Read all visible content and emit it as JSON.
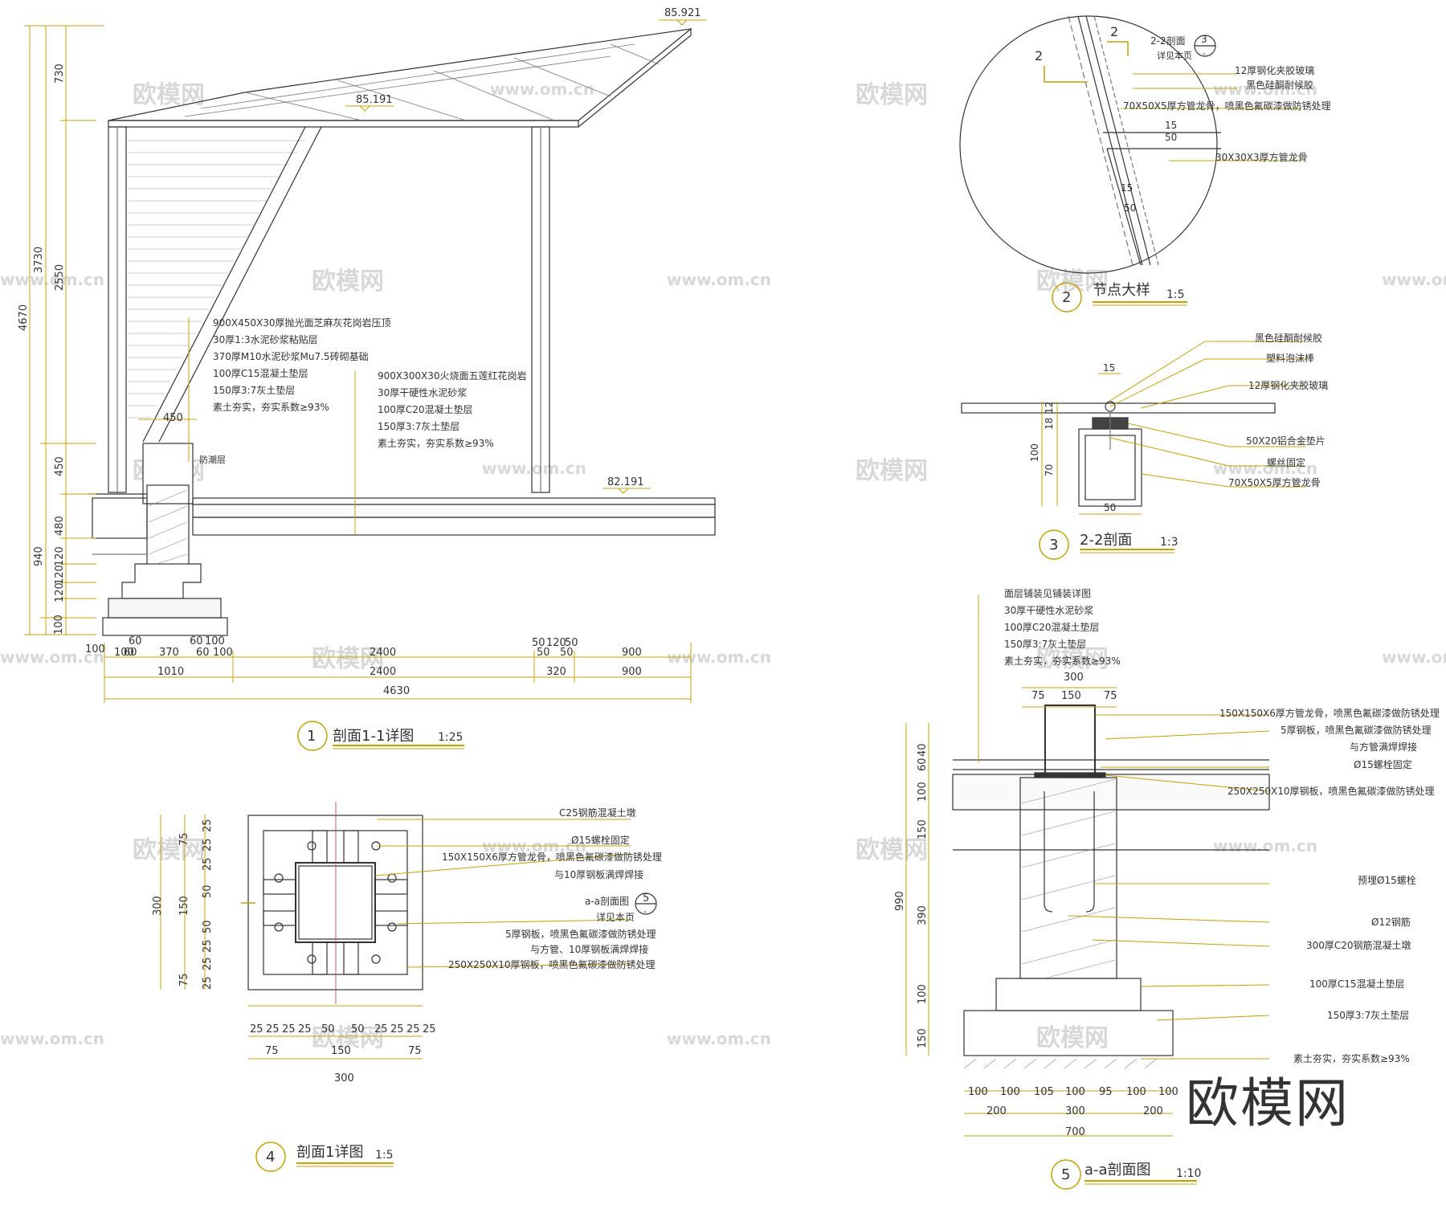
{
  "watermark": {
    "logo": "欧模网",
    "url": "www.om.cn",
    "brand": "欧模网"
  },
  "drawing1": {
    "number": "1",
    "title": "剖面1-1详图",
    "scale": "1:25",
    "elev_top": "85.921",
    "elev_mid": "85.191",
    "elev_ground": "82.191",
    "vdims_outer": [
      "4670"
    ],
    "vdims_mid": [
      "3730",
      "940",
      "100"
    ],
    "vdims_inner": [
      "730",
      "2550",
      "450",
      "480",
      "120",
      "120",
      "120"
    ],
    "hdims_row1": [
      "100",
      "100",
      "60",
      "370",
      "60",
      "100",
      "2400",
      "50",
      "120",
      "50"
    ],
    "hdims_row2": [
      "100",
      "60",
      "60",
      "100",
      "2400",
      "50",
      "50",
      "900"
    ],
    "hdims_row3": [
      "1010",
      "2400",
      "320",
      "900"
    ],
    "hdims_total": "4630",
    "dim_450": "450",
    "notes_left": [
      "900X450X30厚抛光面芝麻灰花岗岩压顶",
      "30厚1:3水泥砂浆粘贴层",
      "370厚M10水泥砂浆Mu7.5砖砌基础",
      "100厚C15混凝土垫层",
      "150厚3:7灰土垫层",
      "素土夯实，夯实系数≥93%"
    ],
    "notes_right": [
      "900X300X30火烧面五莲红花岗岩",
      "30厚干硬性水泥砂浆",
      "100厚C20混凝土垫层",
      "150厚3:7灰土垫层",
      "素土夯实，夯实系数≥93%"
    ],
    "damp": "防潮层"
  },
  "drawing2": {
    "number": "2",
    "title": "节点大样",
    "scale": "1:5",
    "cut_marks": [
      "2",
      "2"
    ],
    "ref_label": "2-2剖面",
    "ref_page": "详见本页",
    "ref_num": "3",
    "ref_sheet": "-",
    "notes": [
      "12厚钢化夹胶玻璃",
      "黑色硅酮耐候胶",
      "70X50X5厚方管龙骨，喷黑色氟碳漆做防锈处理",
      "30X30X3厚方管龙骨"
    ],
    "dims": [
      "15",
      "50",
      "15",
      "50"
    ]
  },
  "drawing3": {
    "number": "3",
    "title": "2-2剖面",
    "scale": "1:3",
    "notes": [
      "黑色硅酮耐候胶",
      "塑料泡沫棒",
      "12厚钢化夹胶玻璃",
      "50X20铝合金垫片",
      "螺丝固定",
      "70X50X5厚方管龙骨"
    ],
    "dims": [
      "15",
      "12",
      "18",
      "100",
      "70",
      "50"
    ]
  },
  "drawing4": {
    "number": "4",
    "title": "剖面1详图",
    "scale": "1:5",
    "notes": [
      "C25钢筋混凝土墩",
      "Ø15螺栓固定",
      "150X150X6厚方管龙骨，喷黑色氟碳漆做防锈处理",
      "与10厚钢板满焊焊接",
      "a-a剖面图",
      "详见本页",
      "5厚钢板，喷黑色氟碳漆做防锈处理",
      "与方管、10厚钢板满焊焊接",
      "250X250X10厚钢板，喷黑色氟碳漆做防锈处理"
    ],
    "ref_num": "5",
    "ref_sheet": "-",
    "vdims": [
      "75",
      "25",
      "25",
      "25",
      "50",
      "50",
      "25",
      "25",
      "25",
      "75"
    ],
    "vtotal": [
      "300",
      "150"
    ],
    "hdims": [
      "25",
      "25",
      "25",
      "25",
      "50",
      "50",
      "25",
      "25",
      "25",
      "25"
    ],
    "hmid": [
      "75",
      "150",
      "75"
    ],
    "htotal": "300"
  },
  "drawing5": {
    "number": "5",
    "title": "a-a剖面图",
    "scale": "1:10",
    "notes_top": [
      "面层铺装见铺装详图",
      "30厚干硬性水泥砂浆",
      "100厚C20混凝土垫层",
      "150厚3:7灰土垫层",
      "素土夯实，夯实系数≥93%"
    ],
    "notes_right": [
      "150X150X6厚方管龙骨，喷黑色氟碳漆做防锈处理",
      "5厚钢板，喷黑色氟碳漆做防锈处理",
      "与方管满焊焊接",
      "Ø15螺栓固定",
      "250X250X10厚钢板，喷黑色氟碳漆做防锈处理",
      "预埋Ø15螺栓",
      "Ø12钢筋",
      "300厚C20钢筋混凝土墩",
      "100厚C15混凝土垫层",
      "150厚3:7灰土垫层",
      "素土夯实，夯实系数≥93%"
    ],
    "top_dims": [
      "300",
      "75",
      "150",
      "75"
    ],
    "vdims": [
      "60",
      "40",
      "100",
      "150",
      "390",
      "100",
      "150"
    ],
    "vtotal": "990",
    "hdims": [
      "100",
      "100",
      "105",
      "100",
      "95",
      "100",
      "100"
    ],
    "hmid": [
      "200",
      "300",
      "200"
    ],
    "htotal": "700"
  }
}
